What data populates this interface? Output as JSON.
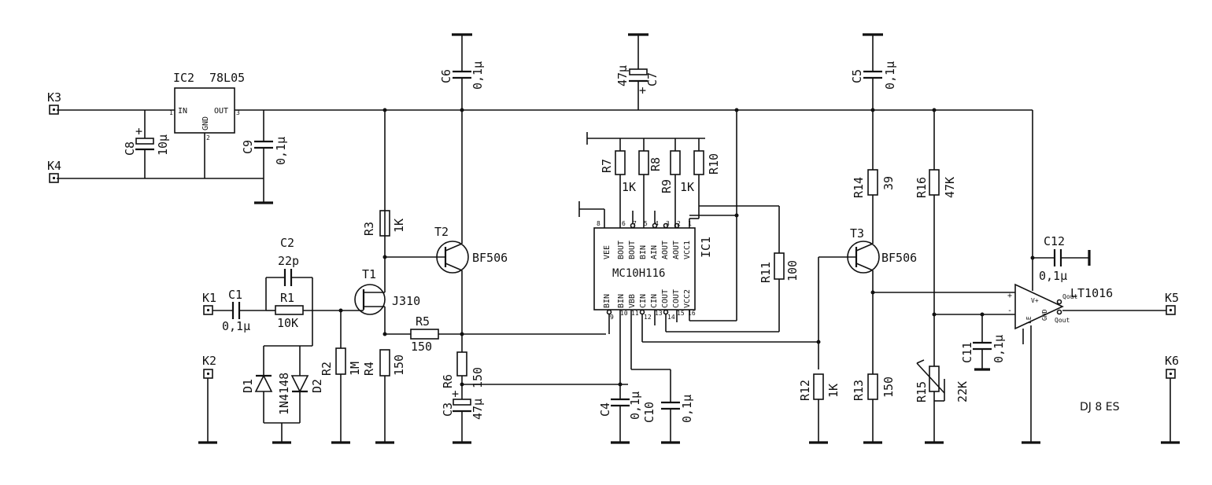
{
  "connectors": {
    "K1": "K1",
    "K2": "K2",
    "K3": "K3",
    "K4": "K4",
    "K5": "K5",
    "K6": "K6"
  },
  "ic2": {
    "ref": "IC2",
    "part": "78L05",
    "pin_in": "IN",
    "pin_gnd": "GND",
    "pin_out": "OUT"
  },
  "ic1": {
    "ref": "IC1",
    "part": "MC10H116",
    "top_pins": [
      "VEE",
      "BOUT",
      "BOUT",
      "BIN",
      "AIN",
      "AOUT",
      "AOUT",
      "VCC1"
    ],
    "bottom_pins": [
      "BIN",
      "BIN",
      "VBB",
      "CIN",
      "CIN",
      "COUT",
      "COUT",
      "VCC2"
    ]
  },
  "ic3": {
    "part": "LT1016",
    "pin_le": "LE",
    "pin_vplus": "V+",
    "pin_gnd": "GND",
    "pin_qout": "Qout",
    "pin_q": "Qout",
    "pin_plus": "+",
    "pin_minus": "-"
  },
  "transistors": {
    "T1": {
      "ref": "T1",
      "part": "J310"
    },
    "T2": {
      "ref": "T2",
      "part": "BF506"
    },
    "T3": {
      "ref": "T3",
      "part": "BF506"
    }
  },
  "diodes": {
    "D1": "D1",
    "D2": "D2",
    "part": "1N4148"
  },
  "resistors": {
    "R1": {
      "ref": "R1",
      "val": "10K"
    },
    "R2": {
      "ref": "R2",
      "val": "1M"
    },
    "R3": {
      "ref": "R3",
      "val": "1K"
    },
    "R4": {
      "ref": "R4",
      "val": "150"
    },
    "R5": {
      "ref": "R5",
      "val": "150"
    },
    "R6": {
      "ref": "R6",
      "val": "150"
    },
    "R7": {
      "ref": "R7",
      "val": "1K"
    },
    "R8": {
      "ref": "R8"
    },
    "R9": {
      "ref": "R9",
      "val": "1K"
    },
    "R10": {
      "ref": "R10"
    },
    "R11": {
      "ref": "R11",
      "val": "100"
    },
    "R12": {
      "ref": "R12",
      "val": "1K"
    },
    "R13": {
      "ref": "R13",
      "val": "150"
    },
    "R14": {
      "ref": "R14",
      "val": "39"
    },
    "R15": {
      "ref": "R15",
      "val": "22K"
    },
    "R16": {
      "ref": "R16",
      "val": "47K"
    }
  },
  "capacitors": {
    "C1": {
      "ref": "C1",
      "val": "0,1µ"
    },
    "C2": {
      "ref": "C2",
      "val": "22p"
    },
    "C3": {
      "ref": "C3",
      "val": "47µ"
    },
    "C4": {
      "ref": "C4",
      "val": "0,1µ"
    },
    "C5": {
      "ref": "C5",
      "val": "0,1µ"
    },
    "C6": {
      "ref": "C6",
      "val": "0,1µ"
    },
    "C7": {
      "ref": "C7",
      "val": "47µ"
    },
    "C8": {
      "ref": "C8",
      "val": "10µ"
    },
    "C9": {
      "ref": "C9",
      "val": "0,1µ"
    },
    "C10": {
      "ref": "C10",
      "val": "0,1µ"
    },
    "C11": {
      "ref": "C11",
      "val": "0,1µ"
    },
    "C12": {
      "ref": "C12",
      "val": "0,1µ"
    }
  },
  "pins": {
    "p1": "1",
    "p2": "2",
    "p3": "3",
    "p4": "4",
    "p5": "5",
    "p6": "6",
    "p7": "7",
    "p8": "8",
    "p9": "9",
    "p10": "10",
    "p11": "11",
    "p12": "12",
    "p13": "13",
    "p14": "14",
    "p15": "15",
    "p16": "16"
  },
  "footer": {
    "code": "DJ 8 ES"
  },
  "polarity": {
    "plus": "+"
  }
}
